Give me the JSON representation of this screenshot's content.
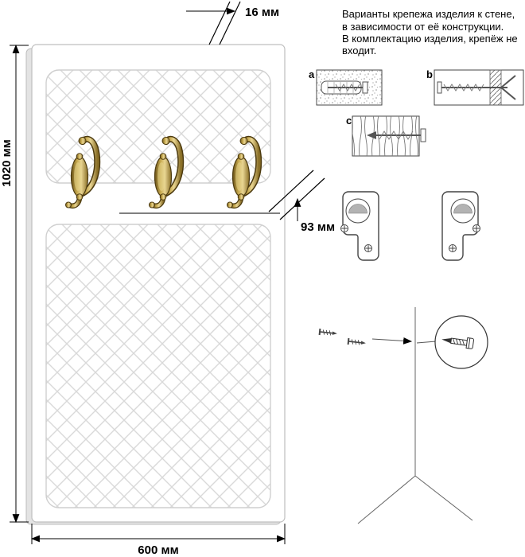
{
  "dimensions": {
    "height": "1020 мм",
    "width": "600 мм",
    "thickness": "16 мм",
    "offset": "93 мм"
  },
  "note_lines": [
    "Варианты крепежа изделия к стене,",
    "в зависимости от её конструкции.",
    "В комплектацию изделия, крепёж не",
    "входит."
  ],
  "fastener_labels": {
    "a": "a",
    "b": "b",
    "c": "c"
  },
  "colors": {
    "brass_dark": "#4c3a0f",
    "brass_mid": "#b79a47",
    "brass_light": "#e9d592",
    "panel_edge": "#bfbfbf",
    "quilt_line": "#d9d9d9",
    "bracket_gray": "#b3b3b3",
    "line": "#000000"
  }
}
